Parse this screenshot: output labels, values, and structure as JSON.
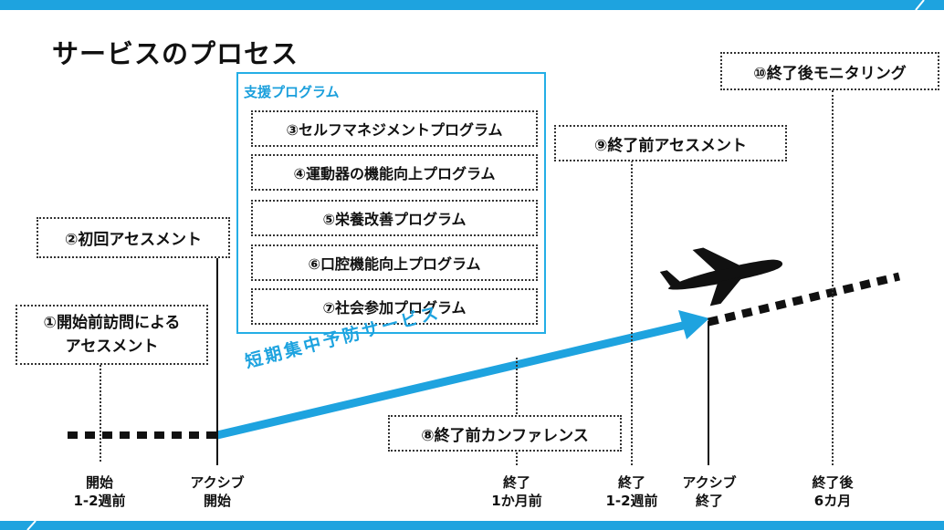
{
  "title": "サービスのプロセス",
  "support_program": {
    "title": "支援プログラム",
    "items": [
      "③セルフマネジメントプログラム",
      "④運動器の機能向上プログラム",
      "⑤栄養改善プログラム",
      "⑥口腔機能向上プログラム",
      "⑦社会参加プログラム"
    ]
  },
  "steps": {
    "s1_line1": "①開始前訪問による",
    "s1_line2": "アセスメント",
    "s2": "②初回アセスメント",
    "s8": "⑧終了前カンファレンス",
    "s9": "⑨終了前アセスメント",
    "s10": "⑩終了後モニタリング"
  },
  "service_label": "短期集中予防サービス",
  "timeline": [
    {
      "line1": "開始",
      "line2": "1-2週前"
    },
    {
      "line1": "アクシブ",
      "line2": "開始"
    },
    {
      "line1": "終了",
      "line2": "1か月前"
    },
    {
      "line1": "終了",
      "line2": "1-2週前"
    },
    {
      "line1": "アクシブ",
      "line2": "終了"
    },
    {
      "line1": "終了後",
      "line2": "6カ月"
    }
  ],
  "colors": {
    "accent": "#1ea3df",
    "text": "#111111"
  },
  "icons": [
    "airplane-icon",
    "arrow-icon"
  ]
}
